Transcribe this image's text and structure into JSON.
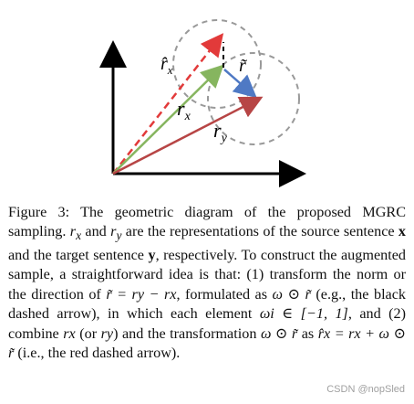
{
  "figure": {
    "labels": {
      "r_hat_x": "r̂x",
      "r_tilde": "r̃",
      "r_x": "rx",
      "r_y": "ry"
    },
    "colors": {
      "red_dashed": "#e23a3a",
      "green": "#86b55f",
      "blue": "#4f79c4",
      "dark_red": "#b74545",
      "black": "#000000",
      "circle_gray": "#999999"
    }
  },
  "caption": {
    "figure_label": "Figure 3:",
    "text_1": "The geometric diagram of the proposed",
    "mgrc": "MGRC",
    "text_2": "sampling.",
    "rx": "r",
    "rx_sub": "x",
    "and": "and",
    "ry": "r",
    "ry_sub": "y",
    "text_3": "are the representations of the source sentence",
    "x_bold": "x",
    "text_4": "and the target sentence",
    "y_bold": "y",
    "text_5": ", respectively. To construct the augmented sample, a straightforward idea is that: (1) transform the norm or the direction of",
    "eq_1": "r̃ = ry − rx",
    "text_6": ", formulated as",
    "eq_2": "ω ⊙ r̃",
    "text_7": "(e.g., the black dashed arrow), in which each element",
    "eq_3": "ωi ∈ [−1, 1]",
    "text_8": ", and (2) combine",
    "eq_4": "rx",
    "text_9": "(or",
    "eq_5": "ry",
    "text_10": ") and the transformation",
    "eq_6": "ω ⊙ r̃",
    "text_11": "as",
    "eq_7": "r̂x = rx + ω ⊙ r̃",
    "text_12": "(i.e., the red dashed arrow)."
  },
  "watermark": "CSDN @nopSled"
}
